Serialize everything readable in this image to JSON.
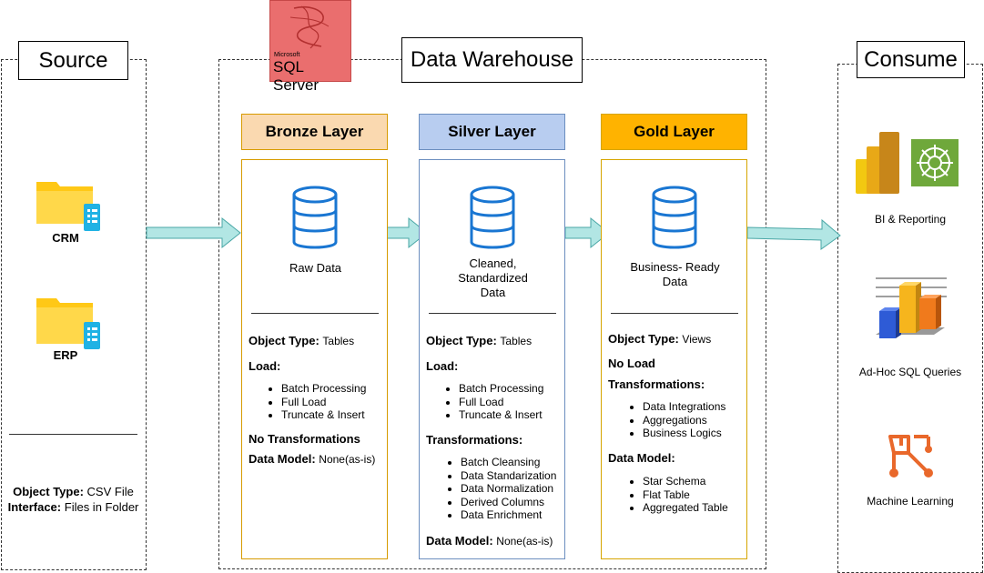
{
  "titles": {
    "source": "Source",
    "warehouse": "Data Warehouse",
    "consume": "Consume"
  },
  "sqlserver": {
    "small": "Microsoft",
    "name": "SQL Server"
  },
  "source": {
    "crm": "CRM",
    "erp": "ERP",
    "object_type_label": "Object Type:",
    "object_type_value": "CSV File",
    "interface_label": "Interface:",
    "interface_value": "Files in Folder"
  },
  "bronze": {
    "header": "Bronze Layer",
    "caption": "Raw Data",
    "object_type_label": "Object Type:",
    "object_type_value": "Tables",
    "load_label": "Load:",
    "load_items": [
      "Batch Processing",
      "Full Load",
      "Truncate & Insert"
    ],
    "no_transform": "No Transformations",
    "data_model_label": "Data Model:",
    "data_model_value": "None(as-is)"
  },
  "silver": {
    "header": "Silver Layer",
    "caption_lines": [
      "Cleaned,",
      "Standardized",
      "Data"
    ],
    "object_type_label": "Object Type:",
    "object_type_value": "Tables",
    "load_label": "Load:",
    "load_items": [
      "Batch Processing",
      "Full Load",
      "Truncate & Insert"
    ],
    "transform_label": "Transformations:",
    "transform_items": [
      "Batch Cleansing",
      "Data Standarization",
      "Data Normalization",
      "Derived Columns",
      "Data Enrichment"
    ],
    "data_model_label": "Data Model:",
    "data_model_value": "None(as-is)"
  },
  "gold": {
    "header": "Gold Layer",
    "caption_lines": [
      "Business- Ready",
      "Data"
    ],
    "object_type_label": "Object Type:",
    "object_type_value": "Views",
    "no_load": "No Load",
    "transform_label": "Transformations:",
    "transform_items": [
      "Data Integrations",
      "Aggregations",
      "Business Logics"
    ],
    "data_model_label": "Data Model:",
    "data_model_items": [
      "Star Schema",
      "Flat Table",
      "Aggregated Table"
    ]
  },
  "consume": {
    "bi": "BI & Reporting",
    "adhoc": "Ad-Hoc SQL Queries",
    "ml": "Machine Learning"
  },
  "colors": {
    "bronze_fill": "#fad9b0",
    "bronze_border": "#d79b00",
    "silver_fill": "#b8cdf0",
    "silver_border": "#6c8ebf",
    "gold_fill": "#ffb300",
    "gold_border": "#d6a500",
    "arrow_fill": "#b2e6e4",
    "arrow_stroke": "#4aa7a6",
    "db_blue": "#1976d2",
    "folder": "#ffc816"
  }
}
